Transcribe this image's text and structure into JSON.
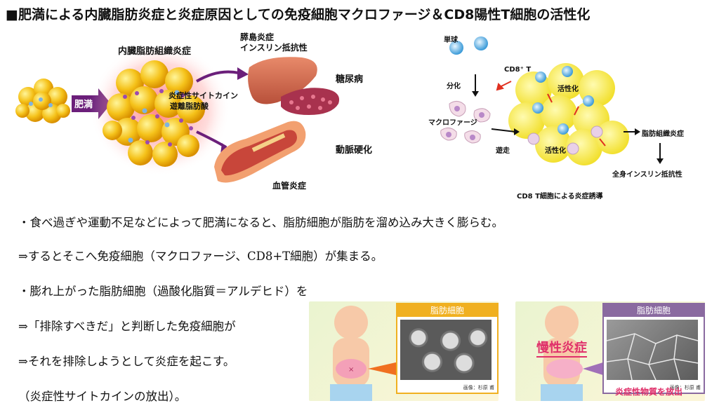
{
  "title": "■肥満による内臓脂肪炎症と炎症原因としての免疫細胞マクロファージ＆CD8陽性T細胞の活性化",
  "left_figure": {
    "obesity_label": "肥満",
    "visceral_fat_label": "内臓脂肪組織炎症",
    "cytokine_label_1": "炎症性サイトカイン",
    "cytokine_label_2": "遊離脂肪酸",
    "pancreas_label_1": "膵島炎症",
    "pancreas_label_2": "インスリン抵抗性",
    "diabetes_label": "糖尿病",
    "arteriosclerosis_label": "動脈硬化",
    "vascular_label": "血管炎症"
  },
  "right_figure": {
    "monocyte_label": "単球",
    "differentiation_label": "分化",
    "cd8_label": "CD8⁺ T",
    "activation_label_1": "活性化",
    "macrophage_label": "マクロファージ",
    "migration_label": "遊走",
    "activation_label_2": "活性化",
    "adipose_inflammation_label": "脂肪組織炎症",
    "systemic_label": "全身インスリン抵抗性",
    "caption": "CD8 T細胞による炎症誘導"
  },
  "body_lines": [
    "・食べ過ぎや運動不足などによって肥満になると、脂肪細胞が脂肪を溜め込み大きく膨らむ。",
    "⇒するとそこへ免疫細胞（マクロファージ、CD8+T細胞）が集まる。",
    "・膨れ上がった脂肪細胞（過酸化脂質＝アルデヒド）を",
    "⇒「排除すべきだ」と判断した免疫細胞が",
    "⇒それを排除しようとして炎症を起こす。",
    "（炎症性サイトカインの放出）。"
  ],
  "panels": [
    {
      "tag": "脂肪細胞",
      "credit": "画像：杉原 甫",
      "overlay": ""
    },
    {
      "tag": "脂肪細胞",
      "credit": "画像：杉原 甫",
      "overlay": "慢性炎症",
      "bottom_label": "炎症性物質を放出"
    }
  ],
  "colors": {
    "arrow_purple": "#6b1f7a",
    "fat_yellow": "#f5c21a",
    "panel1_tag": "#f0b020",
    "panel2_tag": "#8a6aa0",
    "overlay_pink": "#e0306a"
  }
}
